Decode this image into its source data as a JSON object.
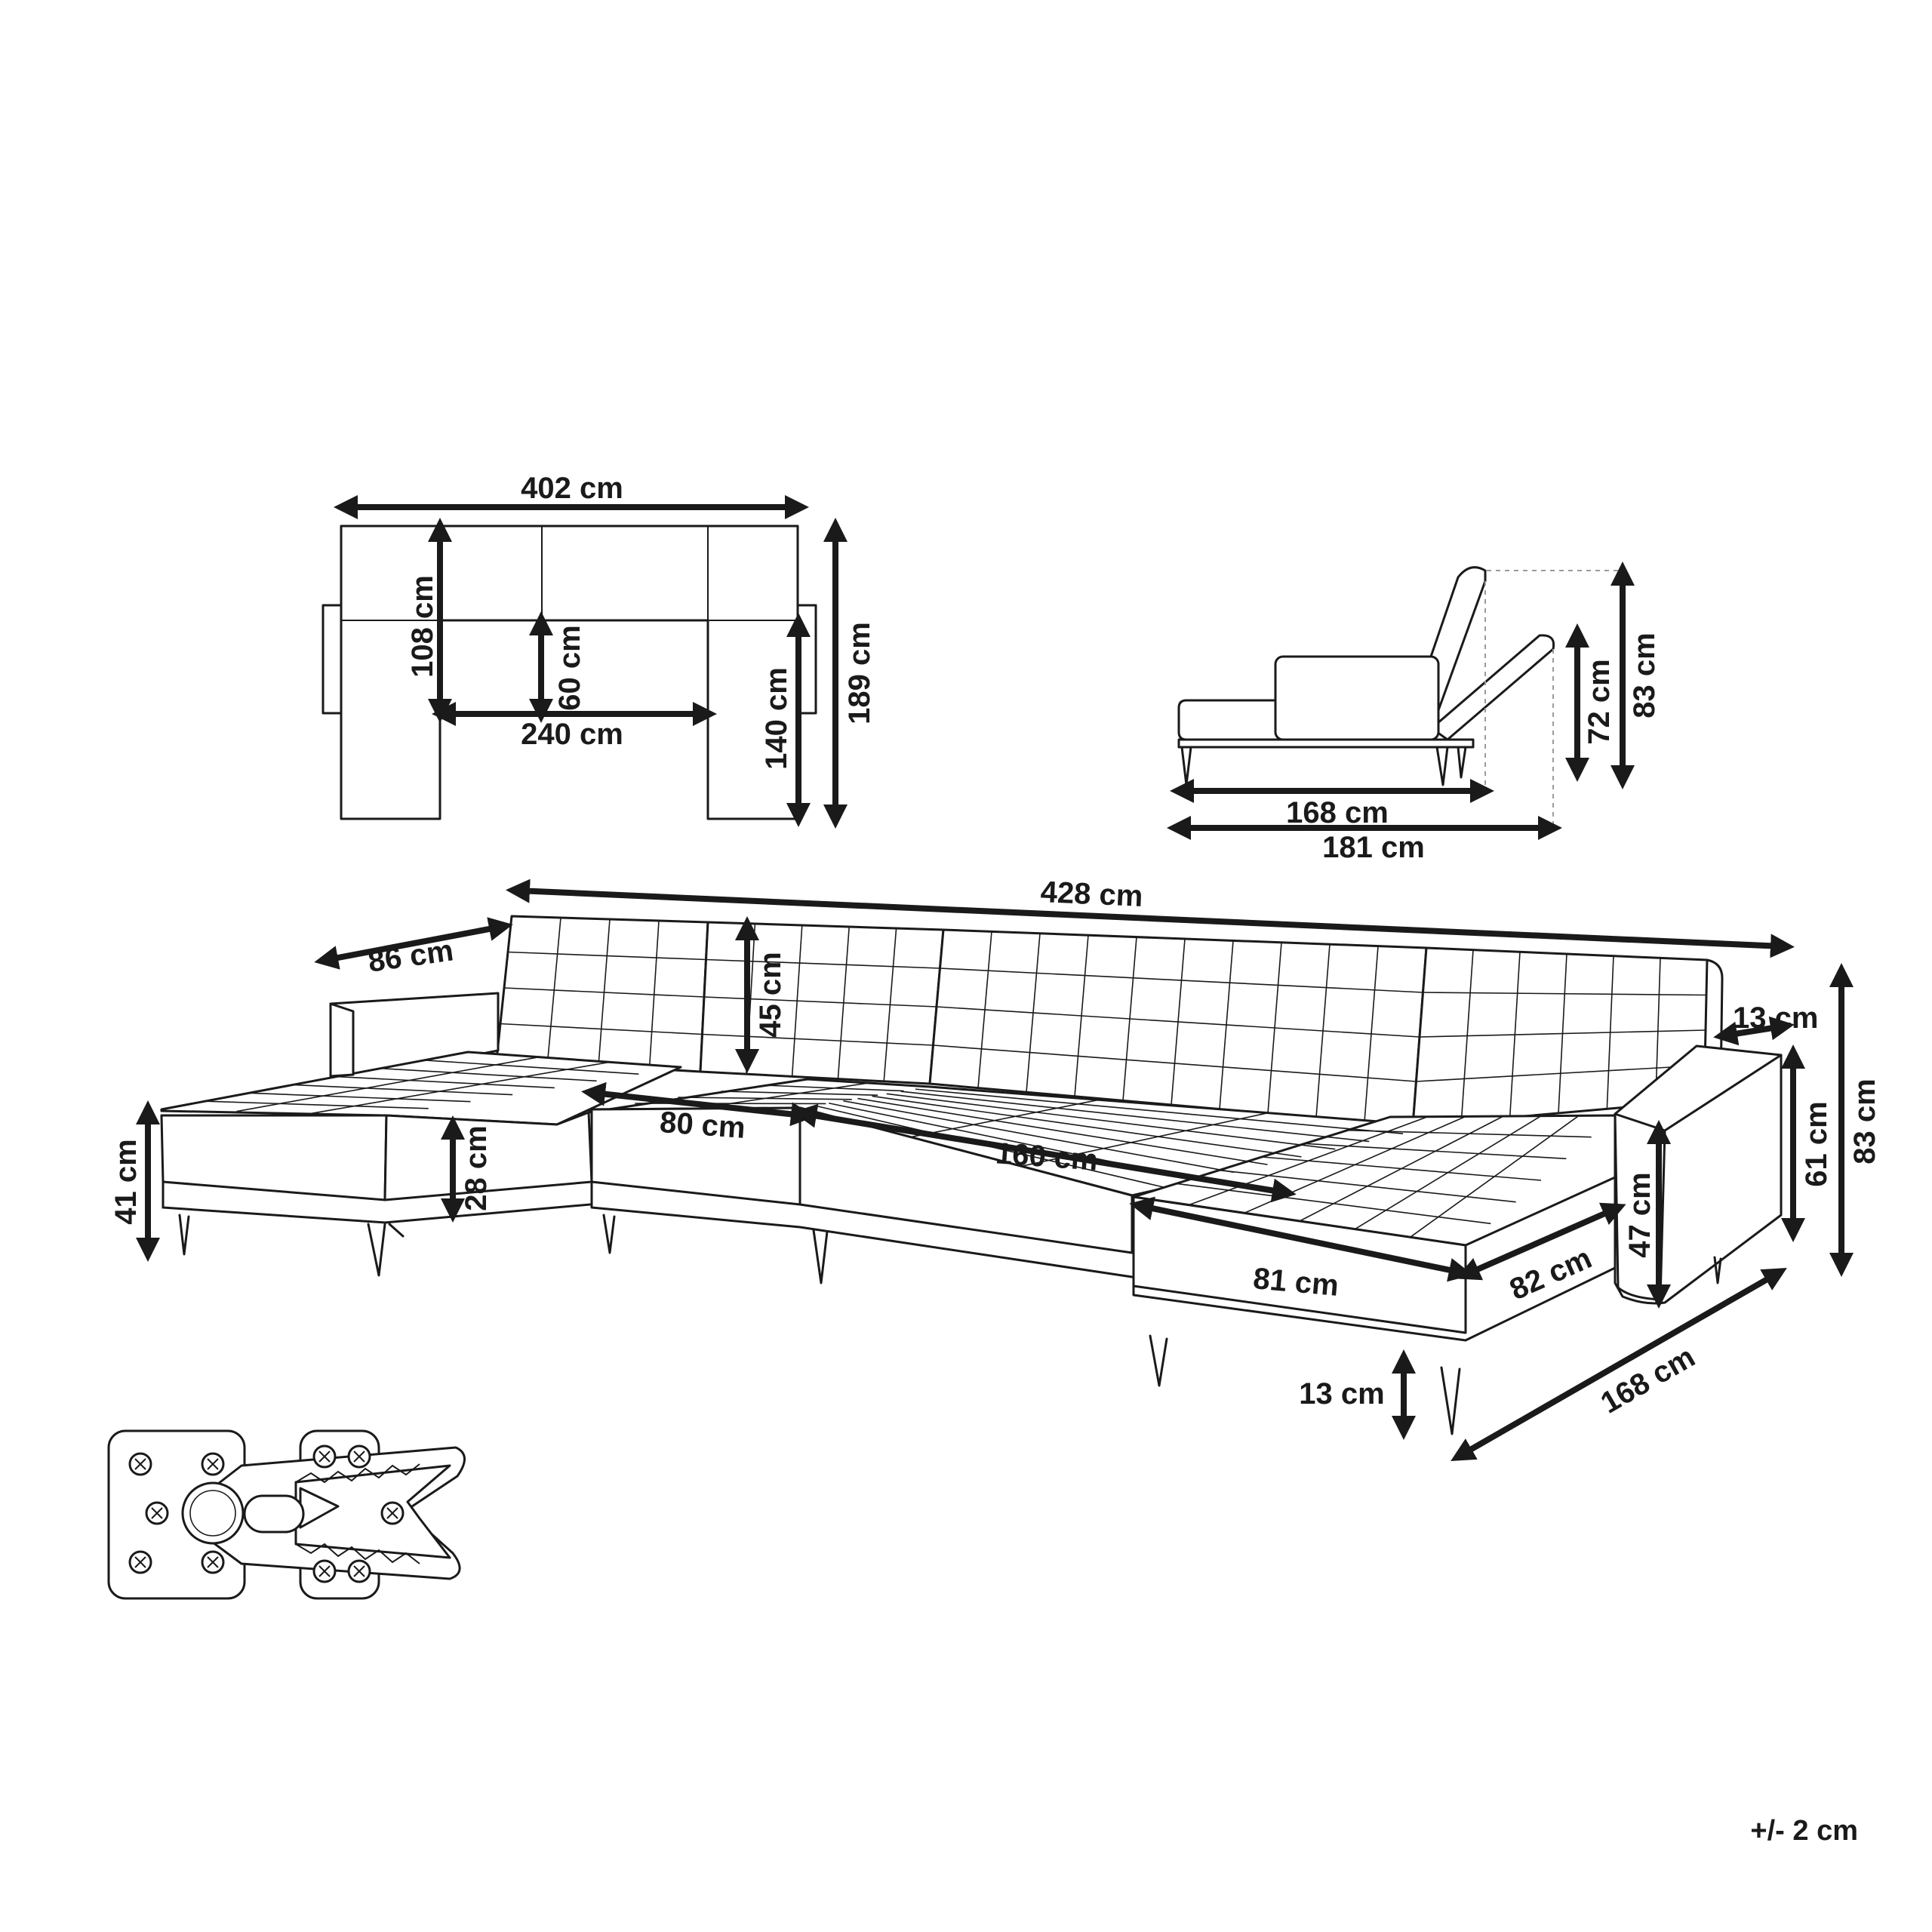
{
  "plan_view": {
    "overall_width": "402 cm",
    "back_depth": "108 cm",
    "seat_depth": "60 cm",
    "inner_width": "240 cm",
    "chaise_length": "140 cm",
    "overall_depth": "189 cm"
  },
  "side_view": {
    "height_reclined": "72 cm",
    "height_upright": "83 cm",
    "depth_upright": "168 cm",
    "depth_reclined": "181 cm"
  },
  "main_view": {
    "total_width": "428 cm",
    "chaise_left_width": "86 cm",
    "back_height": "45 cm",
    "armrest_width": "13 cm",
    "seat_height": "41 cm",
    "cushion_height": "28 cm",
    "single_seat_width": "80 cm",
    "double_seat_width": "160 cm",
    "chaise_width": "81 cm",
    "chaise_depth": "82 cm",
    "armrest_height": "47 cm",
    "arm_total_height": "61 cm",
    "total_height": "83 cm",
    "leg_height": "13 cm",
    "chaise_length": "168 cm"
  },
  "tolerance": "+/- 2 cm"
}
